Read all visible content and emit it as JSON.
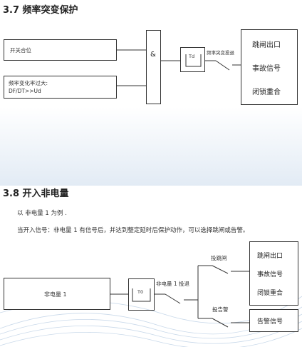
{
  "s37": {
    "title": "3.7 频率突变保护",
    "input1": "开关合位",
    "input2_line1": "频率变化率过大:",
    "input2_line2": "DF/DT>>Ud",
    "and_symbol": "&",
    "timer": "Td",
    "switch_label": "频率突变投退",
    "outputs": [
      "跳闸出口",
      "事故信号",
      "闭锁重合"
    ]
  },
  "s38": {
    "title": "3.8 开入非电量",
    "desc1": "以 非电量 1 为例 .",
    "desc2": "当开入信号：非电量 1 有信号后，并达到整定延时后保护动作，可以选择跳闸或告警。",
    "input": "非电量 1",
    "timer": "T0",
    "switch_label": "非电量 1 投退",
    "trip_label": "投跳闸",
    "alarm_label": "投告警",
    "outputs": [
      "跳闸出口",
      "事故信号",
      "闭锁重合"
    ],
    "alarm_output": "告警信号"
  },
  "colors": {
    "line": "#333333",
    "wave": "#c9d9ea"
  }
}
